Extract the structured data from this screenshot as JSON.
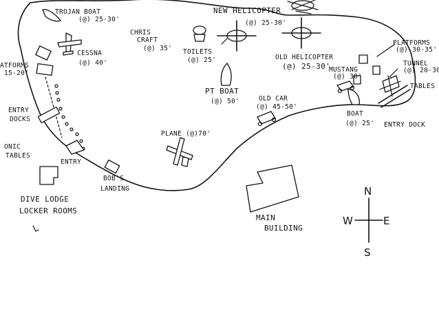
{
  "labels": {
    "trojan_boat": "TROJAN BOAT",
    "trojan_boat_depth": "(@) 25-30'",
    "new_helicopter": "NEW HELICOPTER",
    "new_helicopter_depth": "(@) 25-30'",
    "chris_craft_1": "CHRIS",
    "chris_craft_2": "CRAFT",
    "chris_craft_depth": "(@) 35'",
    "toilets": "TOILETS",
    "toilets_depth": "(@) 25'",
    "cessna": "CESSNA",
    "cessna_depth": "(@) 40'",
    "old_helicopter": "OLD HELICOPTER",
    "old_helicopter_depth": "(@) 25-30'",
    "platforms_right": "PLATFORMS",
    "platforms_right_depth": "(@) 30-35'",
    "platforms_left": "ATFORMS",
    "platforms_left_depth": "15-20'",
    "tunnel": "TUNNEL",
    "tunnel_depth": "(@) 20-30'",
    "mustang": "MUSTANG",
    "mustang_depth": "(@) 30'",
    "tables_right": "TABLES",
    "pt_boat": "PT BOAT",
    "pt_boat_depth": "(@) 50'",
    "old_car": "OLD CAR",
    "old_car_depth": "(@) 45-50'",
    "boat": "BOAT",
    "boat_depth": "(@) 25'",
    "entry_dock": "ENTRY DOCK",
    "entry_docks_1": "ENTRY",
    "entry_docks_2": "DOCKS",
    "plane": "PLANE (@)70'",
    "picnic_tables_1": "ONIC",
    "picnic_tables_2": "TABLES",
    "entry": "ENTRY",
    "bobs_landing_1": "BOB'S",
    "bobs_landing_2": "LANDING",
    "dive_lodge": "DIVE LODGE",
    "locker_rooms": "LOCKER ROOMS",
    "main_building_1": "MAIN",
    "main_building_2": "BUILDING"
  },
  "compass": {
    "north": "N",
    "south": "S",
    "east": "E",
    "west": "W"
  }
}
